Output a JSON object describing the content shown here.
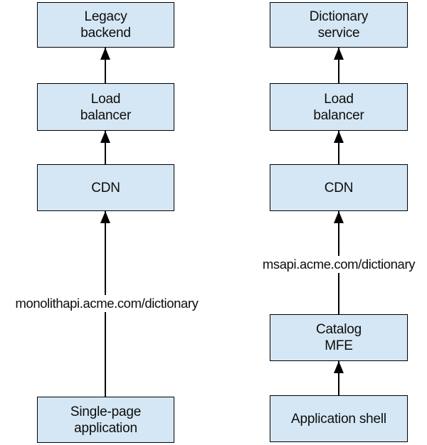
{
  "diagram": {
    "colors": {
      "node_fill": "#d5e7f4",
      "node_border": "#000000",
      "arrow": "#000000",
      "background": "#ffffff",
      "text": "#0d0d0d"
    },
    "columns": [
      {
        "id": "monolith-flow",
        "edge_label": "monolithapi.acme.com/dictionary",
        "nodes": [
          {
            "lines": [
              "Legacy",
              "backend"
            ]
          },
          {
            "lines": [
              "Load",
              "balancer"
            ]
          },
          {
            "lines": [
              "CDN"
            ]
          },
          {
            "lines": [
              "Single-page",
              "application"
            ]
          }
        ]
      },
      {
        "id": "microfrontend-flow",
        "edge_label": "msapi.acme.com/dictionary",
        "nodes": [
          {
            "lines": [
              "Dictionary",
              "service"
            ]
          },
          {
            "lines": [
              "Load",
              "balancer"
            ]
          },
          {
            "lines": [
              "CDN"
            ]
          },
          {
            "lines": [
              "Catalog",
              "MFE"
            ]
          },
          {
            "lines": [
              "Application shell"
            ]
          }
        ]
      }
    ]
  }
}
